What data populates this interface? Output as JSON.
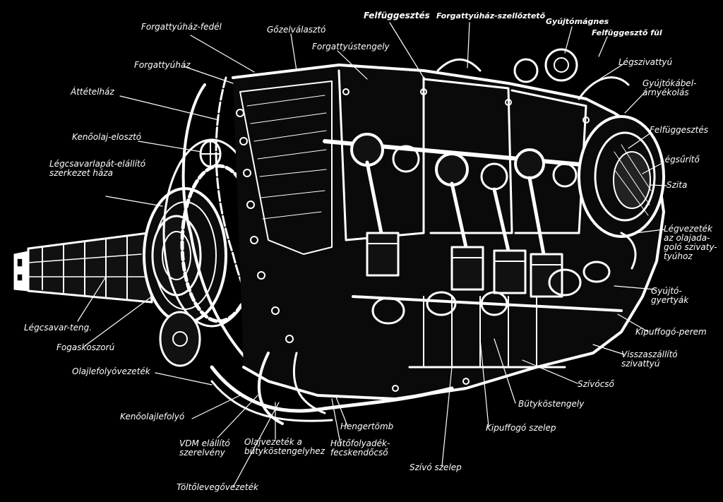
{
  "labels": {
    "forgattyuhaz_fedel": "Forgattyúház-fedél",
    "gozelvalaszto": "Gőzelválasztó",
    "felfuggesztes_top": "Felfüggesztés",
    "forgattyuhaz_szellozteto": "Forgattyúház-szellőztető",
    "gyujtomagnes": "Gyújtómágnes",
    "felfuggeszto_ful": "Felfüggesztő fül",
    "forgattyustengely": "Forgattyústengely",
    "forgattyuhaz": "Forgattyúház",
    "legszivattyu": "Légszivattyú",
    "attetelhaz": "Áttételház",
    "gyujtokabel": "Gyújtókábel-\nárnyékolás",
    "kenoolaj_eloszto": "Kenőolaj-elosztó",
    "felfuggesztes_right": "Felfüggesztés",
    "legcsavarlapat": "Légcsavarlapát-eláll​ító\nszerkezet háza",
    "legsurito": "Légsűrítő",
    "szita": "Szita",
    "legvezetek": "Légvezeték\naz olajada-\ngoló szivaty-\ntyúhoz",
    "gyujtogyertyak": "Gyújtó-\ngyertyák",
    "legcsavar_teng": "Légcsavar-teng.",
    "fogaskoszoru": "Fogaskoszorú",
    "kipuffogo_perem": "Kipuffogó-perem",
    "visszaszallito": "Visszaszállító\nszivattyú",
    "olajlefolyo": "Olajlefolyóvezeték",
    "szivocso": "Szívócső",
    "butykostengely": "Bütyköstengely",
    "kenoolajlefolyo": "Kenőolajlefolyó",
    "hengertomb": "Hengertömb",
    "kipuffogo_szelep": "Kipuffogó szelep",
    "vdm": "VDM eláll​ító\nszerelvény",
    "olajvezetek": "Olajvezeték a\nbütyköstengelyhez",
    "hutofolyadek": "Hűtőfolyadék-\nfecskendőcső",
    "szivo_szelep": "Szívó szelep",
    "toltolevego": "Töltőlevegővezeték"
  }
}
